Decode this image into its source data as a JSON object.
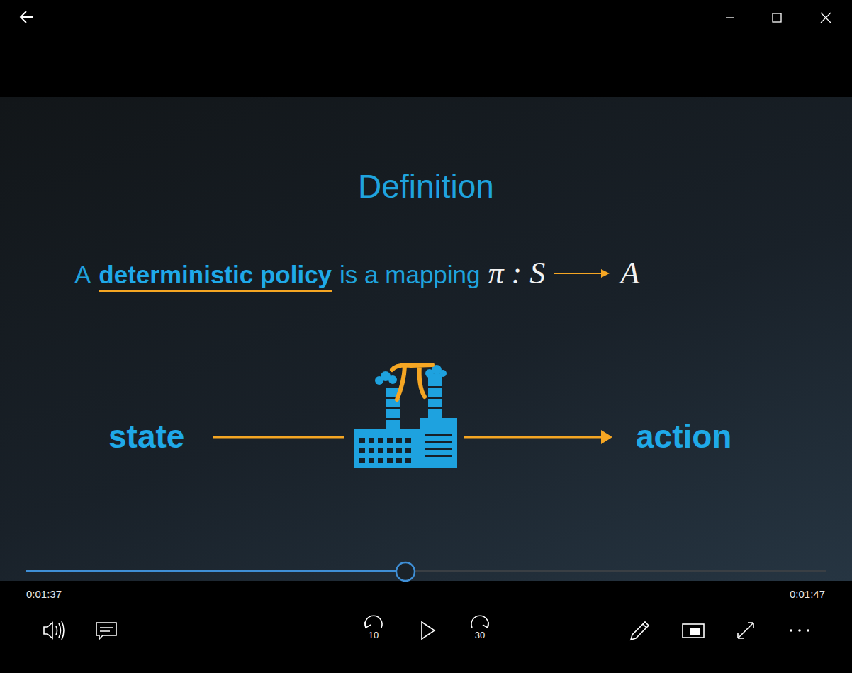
{
  "diagram": {
    "title": "Definition",
    "labels": [
      "A",
      "deterministic policy",
      "is a mapping",
      "π : S",
      "A",
      "state",
      "action",
      "0:01:37",
      "0:01:47",
      "10",
      "30"
    ]
  }
}
